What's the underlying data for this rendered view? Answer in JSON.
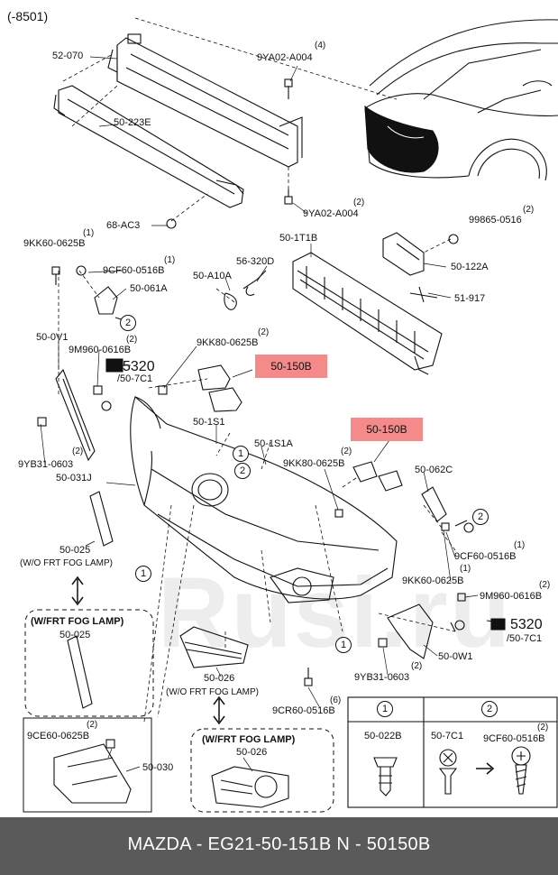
{
  "diagram": {
    "code": "(-8501)",
    "watermark": "Rusi.ru",
    "parts": [
      {
        "id": "52070",
        "label": "52-070"
      },
      {
        "id": "9ya02a004_top",
        "label": "9YA02-A004",
        "qty": "(4)"
      },
      {
        "id": "50223e",
        "label": "50-223E"
      },
      {
        "id": "68ac3",
        "label": "68-AC3"
      },
      {
        "id": "9ya02a004_bot",
        "label": "9YA02-A004",
        "qty": "(2)"
      },
      {
        "id": "99865",
        "label": "99865-0516",
        "qty": "(2)"
      },
      {
        "id": "501t1b",
        "label": "50-1T1B"
      },
      {
        "id": "50122a",
        "label": "50-122A"
      },
      {
        "id": "51917",
        "label": "51-917"
      },
      {
        "id": "9kk60_a",
        "label": "9KK60-0625B",
        "qty": "(1)"
      },
      {
        "id": "9cf60_a",
        "label": "9CF60-0516B",
        "qty": "(1)"
      },
      {
        "id": "50061a",
        "label": "50-061A"
      },
      {
        "id": "56320d",
        "label": "56-320D"
      },
      {
        "id": "50a10a",
        "label": "50-A10A"
      },
      {
        "id": "500v1",
        "label": "50-0V1"
      },
      {
        "id": "9m960_a",
        "label": "9M960-0616B",
        "qty": "(2)"
      },
      {
        "id": "5320a",
        "label": "5320"
      },
      {
        "id": "507c1a",
        "label": "/50-7C1"
      },
      {
        "id": "9kk80_a",
        "label": "9KK80-0625B",
        "qty": "(2)"
      },
      {
        "id": "50150b_a",
        "label": "50-150B"
      },
      {
        "id": "501s1",
        "label": "50-1S1"
      },
      {
        "id": "501s1a",
        "label": "50-1S1A"
      },
      {
        "id": "50150b_b",
        "label": "50-150B"
      },
      {
        "id": "9kk80_b",
        "label": "9KK80-0625B",
        "qty": "(2)"
      },
      {
        "id": "9yb31_a",
        "label": "9YB31-0603",
        "qty": "(2)"
      },
      {
        "id": "50031j",
        "label": "50-031J"
      },
      {
        "id": "50062c",
        "label": "50-062C"
      },
      {
        "id": "50025a",
        "label": "50-025"
      },
      {
        "id": "9cf60_b",
        "label": "9CF60-0516B",
        "qty": "(1)"
      },
      {
        "id": "9kk60_b",
        "label": "9KK60-0625B",
        "qty": "(1)"
      },
      {
        "id": "9m960_b",
        "label": "9M960-0616B",
        "qty": "(2)"
      },
      {
        "id": "5320b",
        "label": "5320"
      },
      {
        "id": "507c1b",
        "label": "/50-7C1"
      },
      {
        "id": "50025b",
        "label": "50-025"
      },
      {
        "id": "500w1",
        "label": "50-0W1"
      },
      {
        "id": "9yb31_b",
        "label": "9YB31-0603",
        "qty": "(2)"
      },
      {
        "id": "50026a",
        "label": "50-026"
      },
      {
        "id": "9cr60",
        "label": "9CR60-0516B",
        "qty": "(6)"
      },
      {
        "id": "9ce60",
        "label": "9CE60-0625B",
        "qty": "(2)"
      },
      {
        "id": "50030",
        "label": "50-030"
      },
      {
        "id": "50026b",
        "label": "50-026"
      }
    ],
    "notes": {
      "wo_fog_1": "(W/O FRT FOG LAMP)",
      "w_fog_1": "(W/FRT FOG LAMP)",
      "wo_fog_2": "(W/O FRT FOG LAMP)",
      "w_fog_2": "(W/FRT FOG LAMP)"
    },
    "legend": {
      "col1_header": "1",
      "col2_header": "2",
      "col1_part": "50-022B",
      "col2_part_a": "50-7C1",
      "col2_part_b": "9CF60-0516B",
      "col2_qty": "(2)"
    },
    "callouts": {
      "one": "1",
      "two": "2"
    }
  },
  "footer": {
    "text": "MAZDA - EG21-50-151B     N - 50150B"
  },
  "colors": {
    "highlight": "#f48a8a",
    "footer_bg": "#5a5a5a",
    "footer_text": "#ffffff"
  }
}
